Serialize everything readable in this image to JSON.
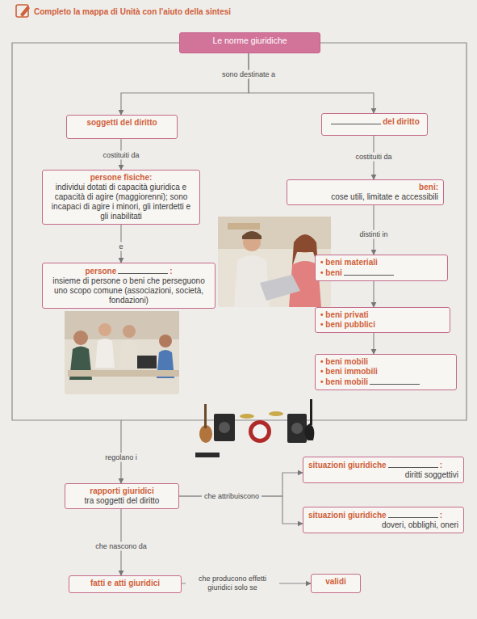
{
  "diagram": {
    "title": "Completo la mappa di Unità con l'aiuto della sintesi",
    "nodes": [
      {
        "text": [
          "Le norme giuridiche"
        ]
      },
      {
        "text": [
          "soggetti del diritto"
        ]
      },
      {
        "text": [
          "del diritto"
        ]
      },
      {
        "text": [
          "persone fisiche:",
          "individui dotati di capacità giuridica e capacità di agire (maggiorenni); sono incapaci di agire i minori, gli interdetti e gli inabilitati"
        ]
      },
      {
        "text": [
          "persone",
          ":",
          "insieme di persone o beni che perseguono uno scopo comune (associazioni, società, fondazioni)"
        ]
      },
      {
        "text": [
          "beni:",
          "cose utili, limitate e accessibili"
        ]
      },
      {
        "text": [
          "• beni materiali",
          "• beni"
        ]
      },
      {
        "text": [
          "• beni privati",
          "• beni pubblici"
        ]
      },
      {
        "text": [
          "• beni mobili",
          "• beni immobili",
          "• beni mobili"
        ]
      },
      {
        "text": [
          "rapporti giuridici",
          "tra soggetti del diritto"
        ]
      },
      {
        "text": [
          "situazioni giuridiche",
          ":",
          "diritti soggettivi"
        ]
      },
      {
        "text": [
          "situazioni giuridiche",
          ":",
          "doveri, obblighi, oneri"
        ]
      },
      {
        "text": [
          "fatti e atti giuridici"
        ]
      },
      {
        "text": [
          "validi"
        ]
      }
    ],
    "edges": [
      {
        "from": 0,
        "to": 1,
        "arrow": "to",
        "label": "sono destinate a"
      },
      {
        "from": 0,
        "to": 2,
        "arrow": "to"
      },
      {
        "from": 1,
        "to": 3,
        "arrow": "to",
        "label": "costituiti da"
      },
      {
        "from": 3,
        "to": 4,
        "arrow": "to",
        "label": "e"
      },
      {
        "from": 2,
        "to": 5,
        "arrow": "to",
        "label": "costituiti da"
      },
      {
        "from": 5,
        "to": 6,
        "arrow": "to",
        "label": "distinti in"
      },
      {
        "from": 6,
        "to": 7,
        "arrow": "to"
      },
      {
        "from": 7,
        "to": 8,
        "arrow": "to"
      },
      {
        "from": 0,
        "to": 9,
        "arrow": "to",
        "label": "regolano i"
      },
      {
        "from": 9,
        "to": 10,
        "arrow": "to",
        "label": "che attribuiscono"
      },
      {
        "from": 9,
        "to": 11,
        "arrow": "to"
      },
      {
        "from": 9,
        "to": 12,
        "arrow": "to",
        "label": "che nascono da"
      },
      {
        "from": 12,
        "to": 13,
        "arrow": "to",
        "label": "che producono effetti giuridici solo se"
      }
    ]
  }
}
